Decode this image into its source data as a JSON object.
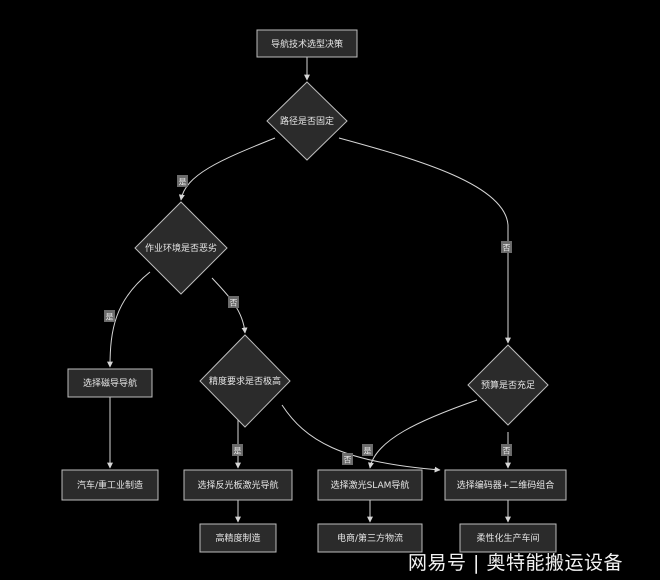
{
  "diagram": {
    "nodes": {
      "root": "导航技术选型决策",
      "d_path": "路径是否固定",
      "d_env": "作业环境是否恶劣",
      "d_prec": "精度要求是否极高",
      "d_budget": "预算是否充足",
      "n_magnetic": "选择磁导导航",
      "n_auto": "汽车/重工业制造",
      "n_reflector": "选择反光板激光导航",
      "n_highprec": "高精度制造",
      "n_slam": "选择激光SLAM导航",
      "n_ecommerce": "电商/第三方物流",
      "n_encoder": "选择编码器+二维码组合",
      "n_flex": "柔性化生产车间"
    },
    "edge_labels": {
      "path_yes": "是",
      "path_no": "否",
      "env_yes": "是",
      "env_no": "否",
      "prec_yes": "是",
      "prec_no": "否",
      "budget_yes": "是",
      "budget_no": "否"
    },
    "colors": {
      "node_fill": "#2b2b2b",
      "node_stroke": "#bdbdbd",
      "edge": "#d6d6d6"
    }
  },
  "watermark": "网易号 | 奥特能搬运设备"
}
